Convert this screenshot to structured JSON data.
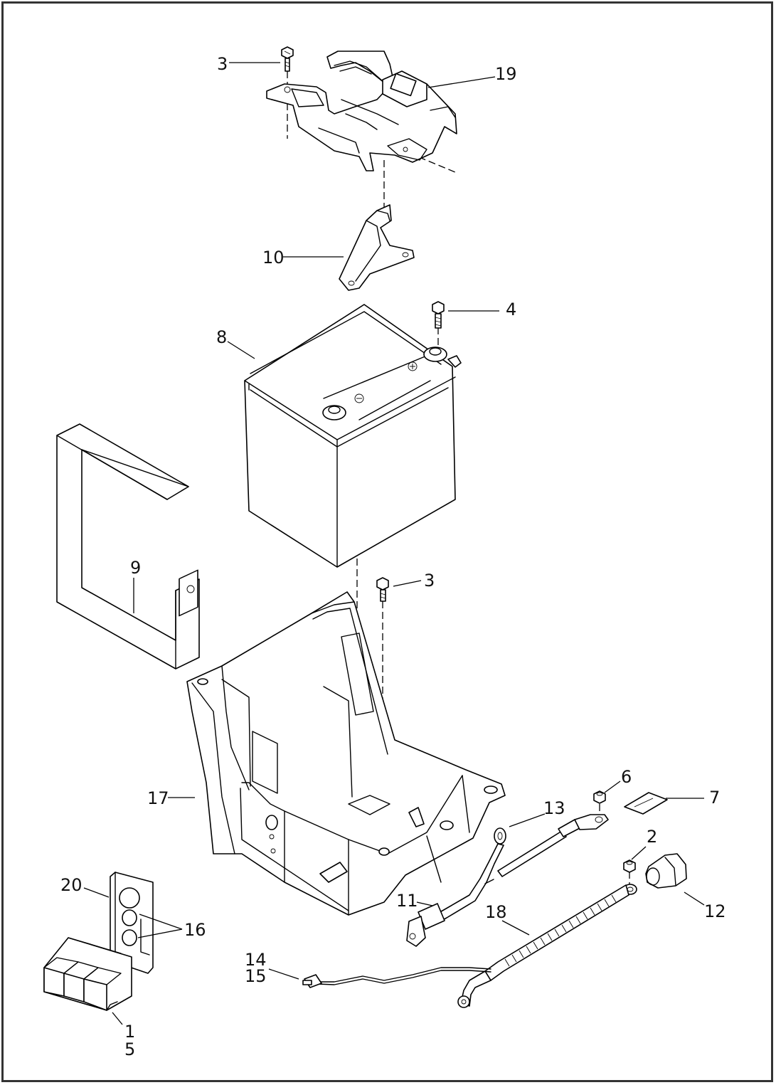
{
  "diagram": {
    "callouts": [
      {
        "key": "c3a",
        "text": "3"
      },
      {
        "key": "c19",
        "text": "19"
      },
      {
        "key": "c10",
        "text": "10"
      },
      {
        "key": "c4",
        "text": "4"
      },
      {
        "key": "c8",
        "text": "8"
      },
      {
        "key": "c9",
        "text": "9"
      },
      {
        "key": "c3b",
        "text": "3"
      },
      {
        "key": "c17",
        "text": "17"
      },
      {
        "key": "c6",
        "text": "6"
      },
      {
        "key": "c7",
        "text": "7"
      },
      {
        "key": "c13",
        "text": "13"
      },
      {
        "key": "c2",
        "text": "2"
      },
      {
        "key": "c20",
        "text": "20"
      },
      {
        "key": "c16",
        "text": "16"
      },
      {
        "key": "c11",
        "text": "11"
      },
      {
        "key": "c18",
        "text": "18"
      },
      {
        "key": "c12",
        "text": "12"
      },
      {
        "key": "c14",
        "text": "14"
      },
      {
        "key": "c15",
        "text": "15"
      },
      {
        "key": "c1",
        "text": "1"
      },
      {
        "key": "c5",
        "text": "5"
      }
    ],
    "parts": [
      "screw-3-top",
      "battery-tray-bracket-19",
      "bracket-10",
      "screw-4",
      "battery-8",
      "hold-down-strap-9",
      "screw-3-lower",
      "battery-tray-17",
      "nut-6",
      "label-7",
      "cable-13",
      "nut-2",
      "cable-11",
      "cable-18",
      "terminal-cover-12",
      "fuse-holder-20",
      "grommet-16",
      "relay-1-5",
      "harness-14-15"
    ]
  }
}
